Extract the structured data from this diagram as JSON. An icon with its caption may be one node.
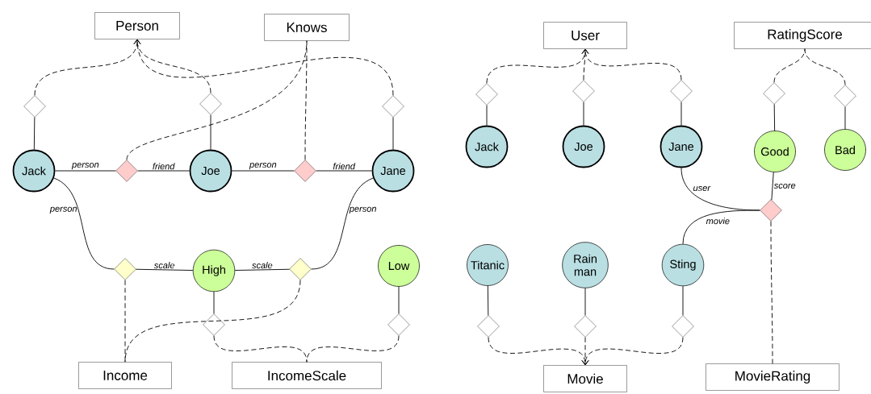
{
  "diagram": {
    "nodes": [
      {
        "text": [
          "Person"
        ]
      },
      {
        "text": [
          "Knows"
        ]
      },
      {
        "text": [],
        "shape": "diamond"
      },
      {
        "text": [],
        "shape": "diamond"
      },
      {
        "text": [],
        "shape": "diamond"
      },
      {
        "text": [
          "Jack"
        ]
      },
      {
        "text": [],
        "shape": "diamond"
      },
      {
        "text": [
          "Joe"
        ]
      },
      {
        "text": [],
        "shape": "diamond"
      },
      {
        "text": [
          "Jane"
        ]
      },
      {
        "text": [],
        "shape": "diamond"
      },
      {
        "text": [
          "High"
        ]
      },
      {
        "text": [],
        "shape": "diamond"
      },
      {
        "text": [
          "Low"
        ]
      },
      {
        "text": [],
        "shape": "diamond"
      },
      {
        "text": [],
        "shape": "diamond"
      },
      {
        "text": [
          "Income"
        ]
      },
      {
        "text": [
          "IncomeScale"
        ]
      },
      {
        "text": [
          "User"
        ]
      },
      {
        "text": [
          "RatingScore"
        ]
      },
      {
        "text": [],
        "shape": "diamond"
      },
      {
        "text": [],
        "shape": "diamond"
      },
      {
        "text": [],
        "shape": "diamond"
      },
      {
        "text": [],
        "shape": "diamond"
      },
      {
        "text": [],
        "shape": "diamond"
      },
      {
        "text": [
          "Jack"
        ]
      },
      {
        "text": [
          "Joe"
        ]
      },
      {
        "text": [
          "Jane"
        ]
      },
      {
        "text": [
          "Good"
        ]
      },
      {
        "text": [
          "Bad"
        ]
      },
      {
        "text": [],
        "shape": "diamond"
      },
      {
        "text": [
          "Titanic"
        ]
      },
      {
        "text": [
          "Rain man"
        ]
      },
      {
        "text": [
          "Sting"
        ]
      },
      {
        "text": [],
        "shape": "diamond"
      },
      {
        "text": [],
        "shape": "diamond"
      },
      {
        "text": [],
        "shape": "diamond"
      },
      {
        "text": [
          "Movie"
        ]
      },
      {
        "text": [
          "MovieRating"
        ]
      }
    ],
    "edges": [
      {
        "from": 2,
        "to": 0,
        "arrow": "to",
        "style": "dashed"
      },
      {
        "from": 3,
        "to": 0,
        "arrow": "to",
        "style": "dashed"
      },
      {
        "from": 4,
        "to": 0,
        "arrow": "to",
        "style": "dashed"
      },
      {
        "from": 5,
        "to": 2,
        "arrow": "none"
      },
      {
        "from": 7,
        "to": 3,
        "arrow": "none"
      },
      {
        "from": 9,
        "to": 4,
        "arrow": "none"
      },
      {
        "from": 5,
        "to": 6,
        "arrow": "none",
        "label": "person"
      },
      {
        "from": 6,
        "to": 7,
        "arrow": "none",
        "label": "friend"
      },
      {
        "from": 6,
        "to": 1,
        "arrow": "none",
        "style": "dashed"
      },
      {
        "from": 7,
        "to": 8,
        "arrow": "none",
        "label": "person"
      },
      {
        "from": 8,
        "to": 9,
        "arrow": "none",
        "label": "friend"
      },
      {
        "from": 8,
        "to": 1,
        "arrow": "none",
        "style": "dashed"
      },
      {
        "from": 5,
        "to": 10,
        "arrow": "none",
        "label": "person"
      },
      {
        "from": 10,
        "to": 11,
        "arrow": "none",
        "label": "scale"
      },
      {
        "from": 11,
        "to": 12,
        "arrow": "none",
        "label": "scale"
      },
      {
        "from": 9,
        "to": 12,
        "arrow": "none",
        "label": "person"
      },
      {
        "from": 10,
        "to": 16,
        "arrow": "none",
        "style": "dashed"
      },
      {
        "from": 12,
        "to": 16,
        "arrow": "none",
        "style": "dashed"
      },
      {
        "from": 11,
        "to": 14,
        "arrow": "none"
      },
      {
        "from": 13,
        "to": 15,
        "arrow": "none"
      },
      {
        "from": 14,
        "to": 17,
        "arrow": "none",
        "style": "dashed"
      },
      {
        "from": 15,
        "to": 17,
        "arrow": "none",
        "style": "dashed"
      },
      {
        "from": 20,
        "to": 18,
        "arrow": "to",
        "style": "dashed"
      },
      {
        "from": 21,
        "to": 18,
        "arrow": "to",
        "style": "dashed"
      },
      {
        "from": 22,
        "to": 18,
        "arrow": "to",
        "style": "dashed"
      },
      {
        "from": 25,
        "to": 20,
        "arrow": "none"
      },
      {
        "from": 26,
        "to": 21,
        "arrow": "none"
      },
      {
        "from": 27,
        "to": 22,
        "arrow": "none"
      },
      {
        "from": 23,
        "to": 19,
        "arrow": "none",
        "style": "dashed"
      },
      {
        "from": 24,
        "to": 19,
        "arrow": "none",
        "style": "dashed"
      },
      {
        "from": 28,
        "to": 23,
        "arrow": "none"
      },
      {
        "from": 29,
        "to": 24,
        "arrow": "none"
      },
      {
        "from": 27,
        "to": 30,
        "arrow": "none",
        "label": "user"
      },
      {
        "from": 28,
        "to": 30,
        "arrow": "none",
        "label": "score"
      },
      {
        "from": 33,
        "to": 30,
        "arrow": "none",
        "label": "movie"
      },
      {
        "from": 30,
        "to": 38,
        "arrow": "none",
        "style": "dashed"
      },
      {
        "from": 31,
        "to": 34,
        "arrow": "none"
      },
      {
        "from": 32,
        "to": 35,
        "arrow": "none"
      },
      {
        "from": 33,
        "to": 36,
        "arrow": "none"
      },
      {
        "from": 34,
        "to": 37,
        "arrow": "to",
        "style": "dashed"
      },
      {
        "from": 35,
        "to": 37,
        "arrow": "to",
        "style": "dashed"
      },
      {
        "from": 36,
        "to": 37,
        "arrow": "to",
        "style": "dashed"
      }
    ]
  }
}
